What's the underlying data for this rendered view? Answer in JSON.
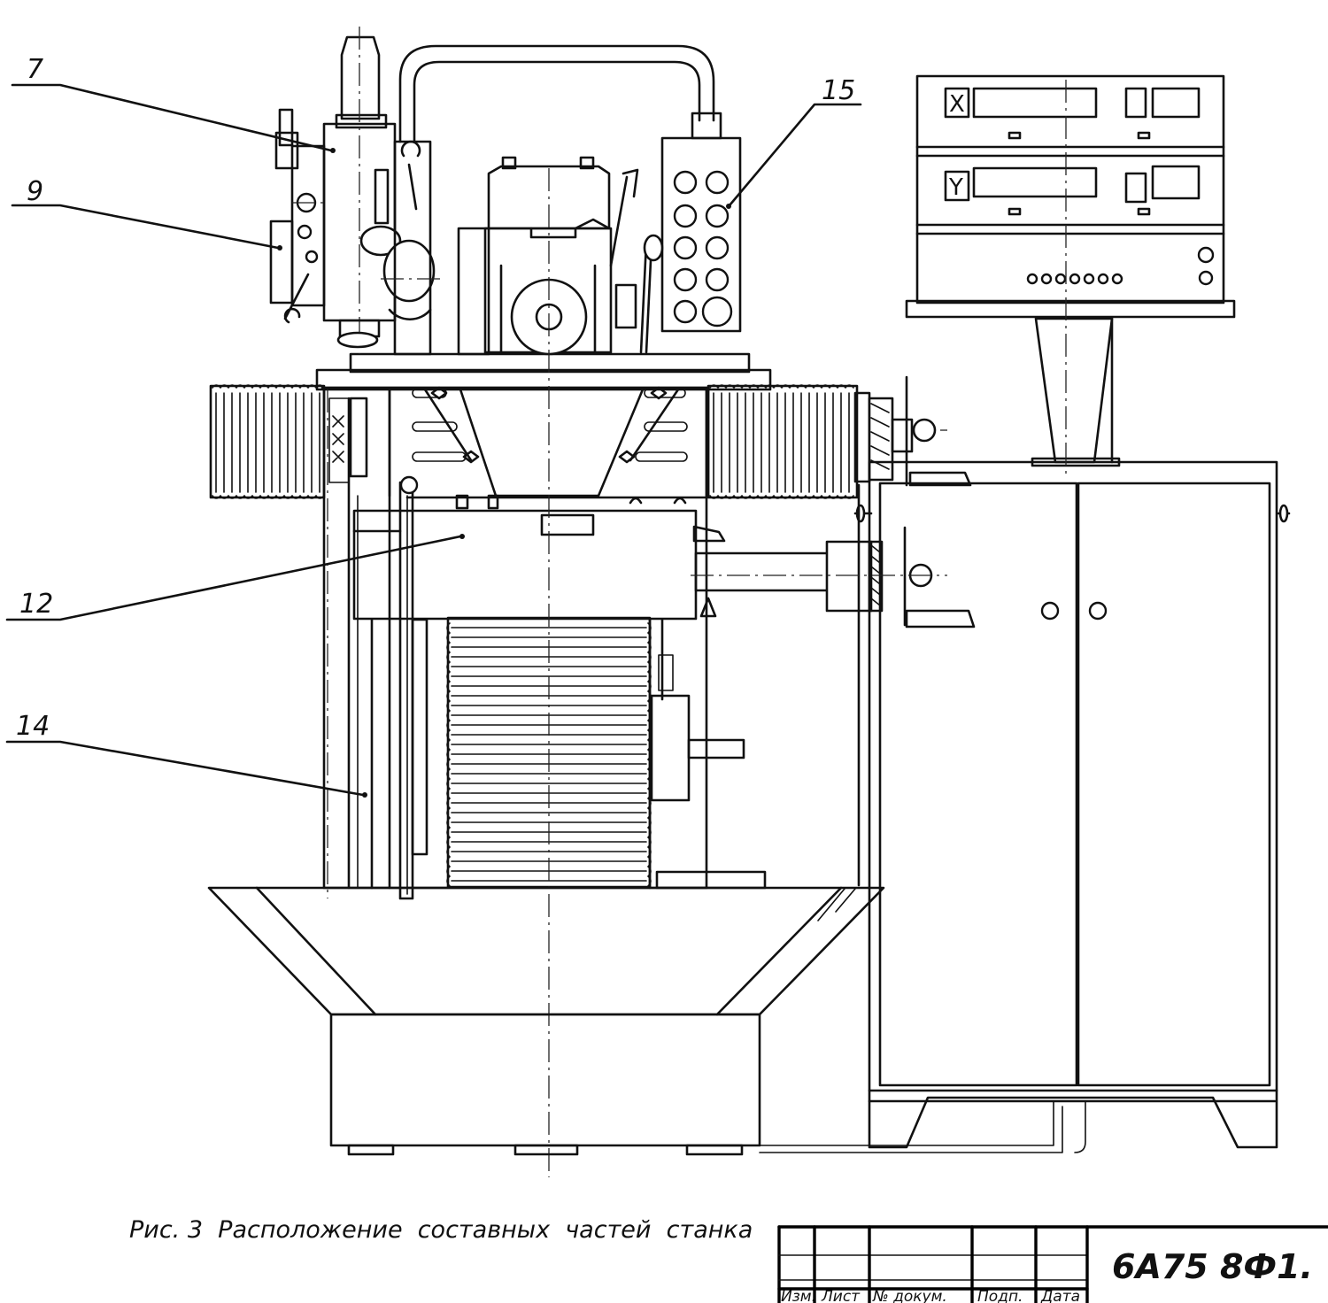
{
  "callouts": [
    {
      "id": "7",
      "label": "7"
    },
    {
      "id": "9",
      "label": "9"
    },
    {
      "id": "15",
      "label": "15"
    },
    {
      "id": "12",
      "label": "12"
    },
    {
      "id": "14",
      "label": "14"
    }
  ],
  "display_unit": {
    "x_axis_label": "X",
    "y_axis_label": "Y"
  },
  "caption": "Рис. 3  Расположение  составных  частей  станка",
  "title_block": {
    "columns": [
      "Изм.",
      "Лист",
      "№ докум.",
      "Подп.",
      "Дата"
    ],
    "designation": "6А75 8Ф1."
  }
}
